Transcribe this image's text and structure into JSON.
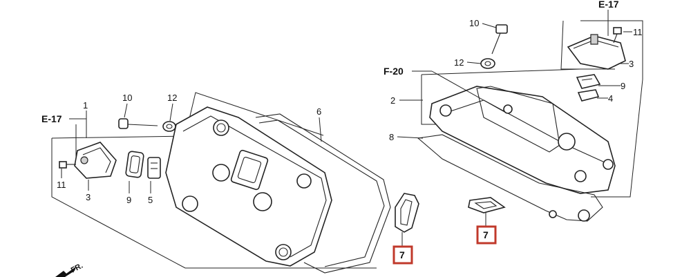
{
  "callouts": {
    "e17_left": "E-17",
    "e17_right": "E-17",
    "f20": "F-20",
    "part_1": "1",
    "part_2": "2",
    "part_3_left": "3",
    "part_3_right": "3",
    "part_4": "4",
    "part_5": "5",
    "part_6": "6",
    "part_7_left": "7",
    "part_7_right": "7",
    "part_8": "8",
    "part_9_left": "9",
    "part_9_right": "9",
    "part_10_left": "10",
    "part_10_right": "10",
    "part_11_left": "11",
    "part_11_right": "11",
    "part_12_left": "12",
    "part_12_right": "12",
    "front_marker": "FR."
  },
  "highlight_color": "#c0392b"
}
